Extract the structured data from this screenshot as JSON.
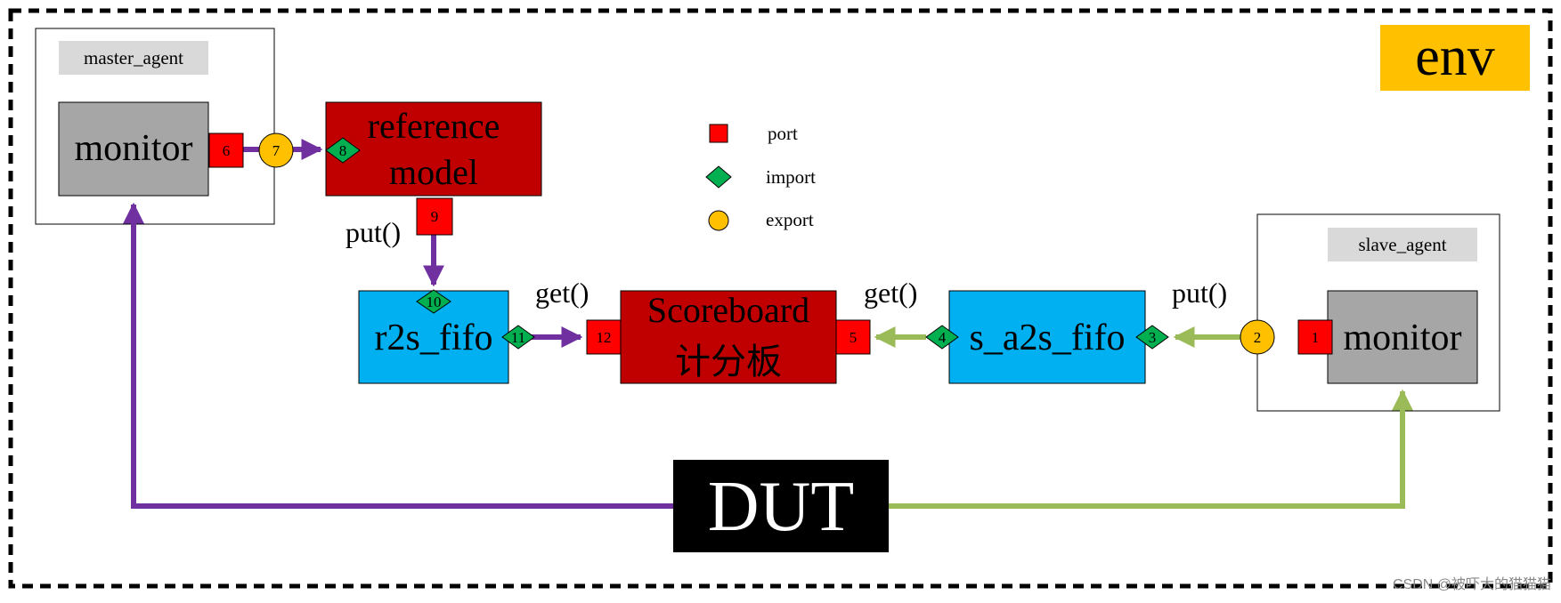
{
  "env": {
    "label": "env"
  },
  "master_agent": {
    "label": "master_agent",
    "monitor_label": "monitor"
  },
  "slave_agent": {
    "label": "slave_agent",
    "monitor_label": "monitor"
  },
  "reference_model": {
    "line1": "reference",
    "line2": "model"
  },
  "r2s_fifo": {
    "label": "r2s_fifo"
  },
  "scoreboard": {
    "line1": "Scoreboard",
    "line2": "计分板"
  },
  "s_a2s_fifo": {
    "label": "s_a2s_fifo"
  },
  "dut": {
    "label": "DUT"
  },
  "calls": {
    "put_left": "put()",
    "get_left": "get()",
    "get_right": "get()",
    "put_right": "put()"
  },
  "connectors": {
    "n1": "1",
    "n2": "2",
    "n3": "3",
    "n4": "4",
    "n5": "5",
    "n6": "6",
    "n7": "7",
    "n8": "8",
    "n9": "9",
    "n10": "10",
    "n11": "11",
    "n12": "12"
  },
  "legend": {
    "port": "port",
    "import": "import",
    "export": "export"
  },
  "watermark": "CSDN @被吓大的猫猫猫",
  "colors": {
    "purple": "#7030a0",
    "green": "#9bbb59",
    "red_box": "#c00000",
    "port_red": "#ff0000",
    "import_green": "#00b050",
    "export_gold": "#ffc000",
    "fifo_blue": "#00b0f0",
    "monitor_gray": "#a6a6a6",
    "agent_label_gray": "#d9d9d9",
    "dut_black": "#000000"
  }
}
